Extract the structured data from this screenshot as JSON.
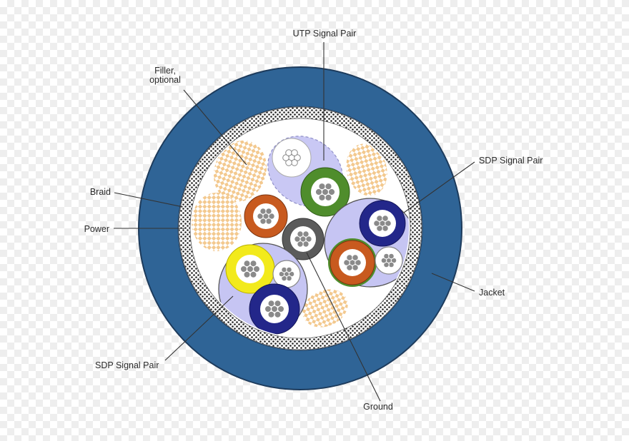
{
  "labels": {
    "utp_signal_pair": "UTP Signal Pair",
    "filler_line1": "Filler,",
    "filler_line2": "optional",
    "sdp_signal_pair_right": "SDP Signal Pair",
    "braid": "Braid",
    "power": "Power",
    "jacket": "Jacket",
    "sdp_signal_pair_left": "SDP Signal Pair",
    "ground": "Ground"
  },
  "colors": {
    "jacket": "#2f6496",
    "braid_dots": "#222222",
    "filler": "#f3c98f",
    "utp_wrap": "#c9c8f4",
    "sdp_wrap": "#c6c5f3",
    "green": "#4f8d2c",
    "orange": "#c85a1f",
    "navy": "#23278a",
    "yellow": "#f2ea1c",
    "dark_gray": "#5b5b5b",
    "conductor": "#8a8a8a"
  }
}
